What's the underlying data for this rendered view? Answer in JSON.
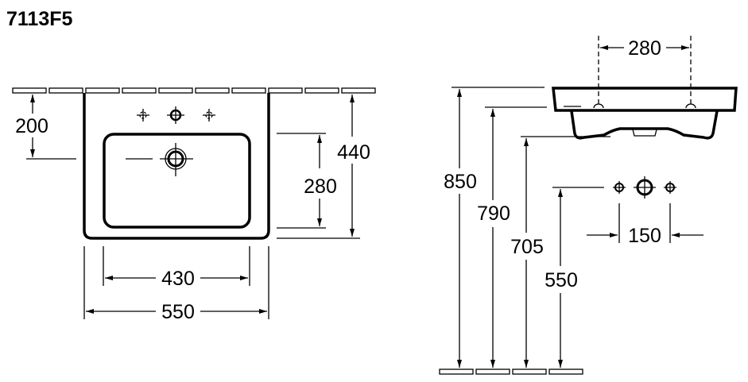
{
  "title": "7113F5",
  "front_view": {
    "dim_wall_to_drain": "200",
    "dim_total_depth": "440",
    "dim_bowl_depth": "280",
    "dim_bowl_width": "430",
    "dim_total_width": "550"
  },
  "side_view": {
    "dim_hole_spacing_top": "280",
    "dim_rim_height": "850",
    "dim_under_rim_height": "790",
    "dim_bottom_height": "705",
    "dim_supply_height": "550",
    "dim_tap_spacing": "150"
  },
  "colors": {
    "line": "#000000",
    "background": "#ffffff"
  }
}
